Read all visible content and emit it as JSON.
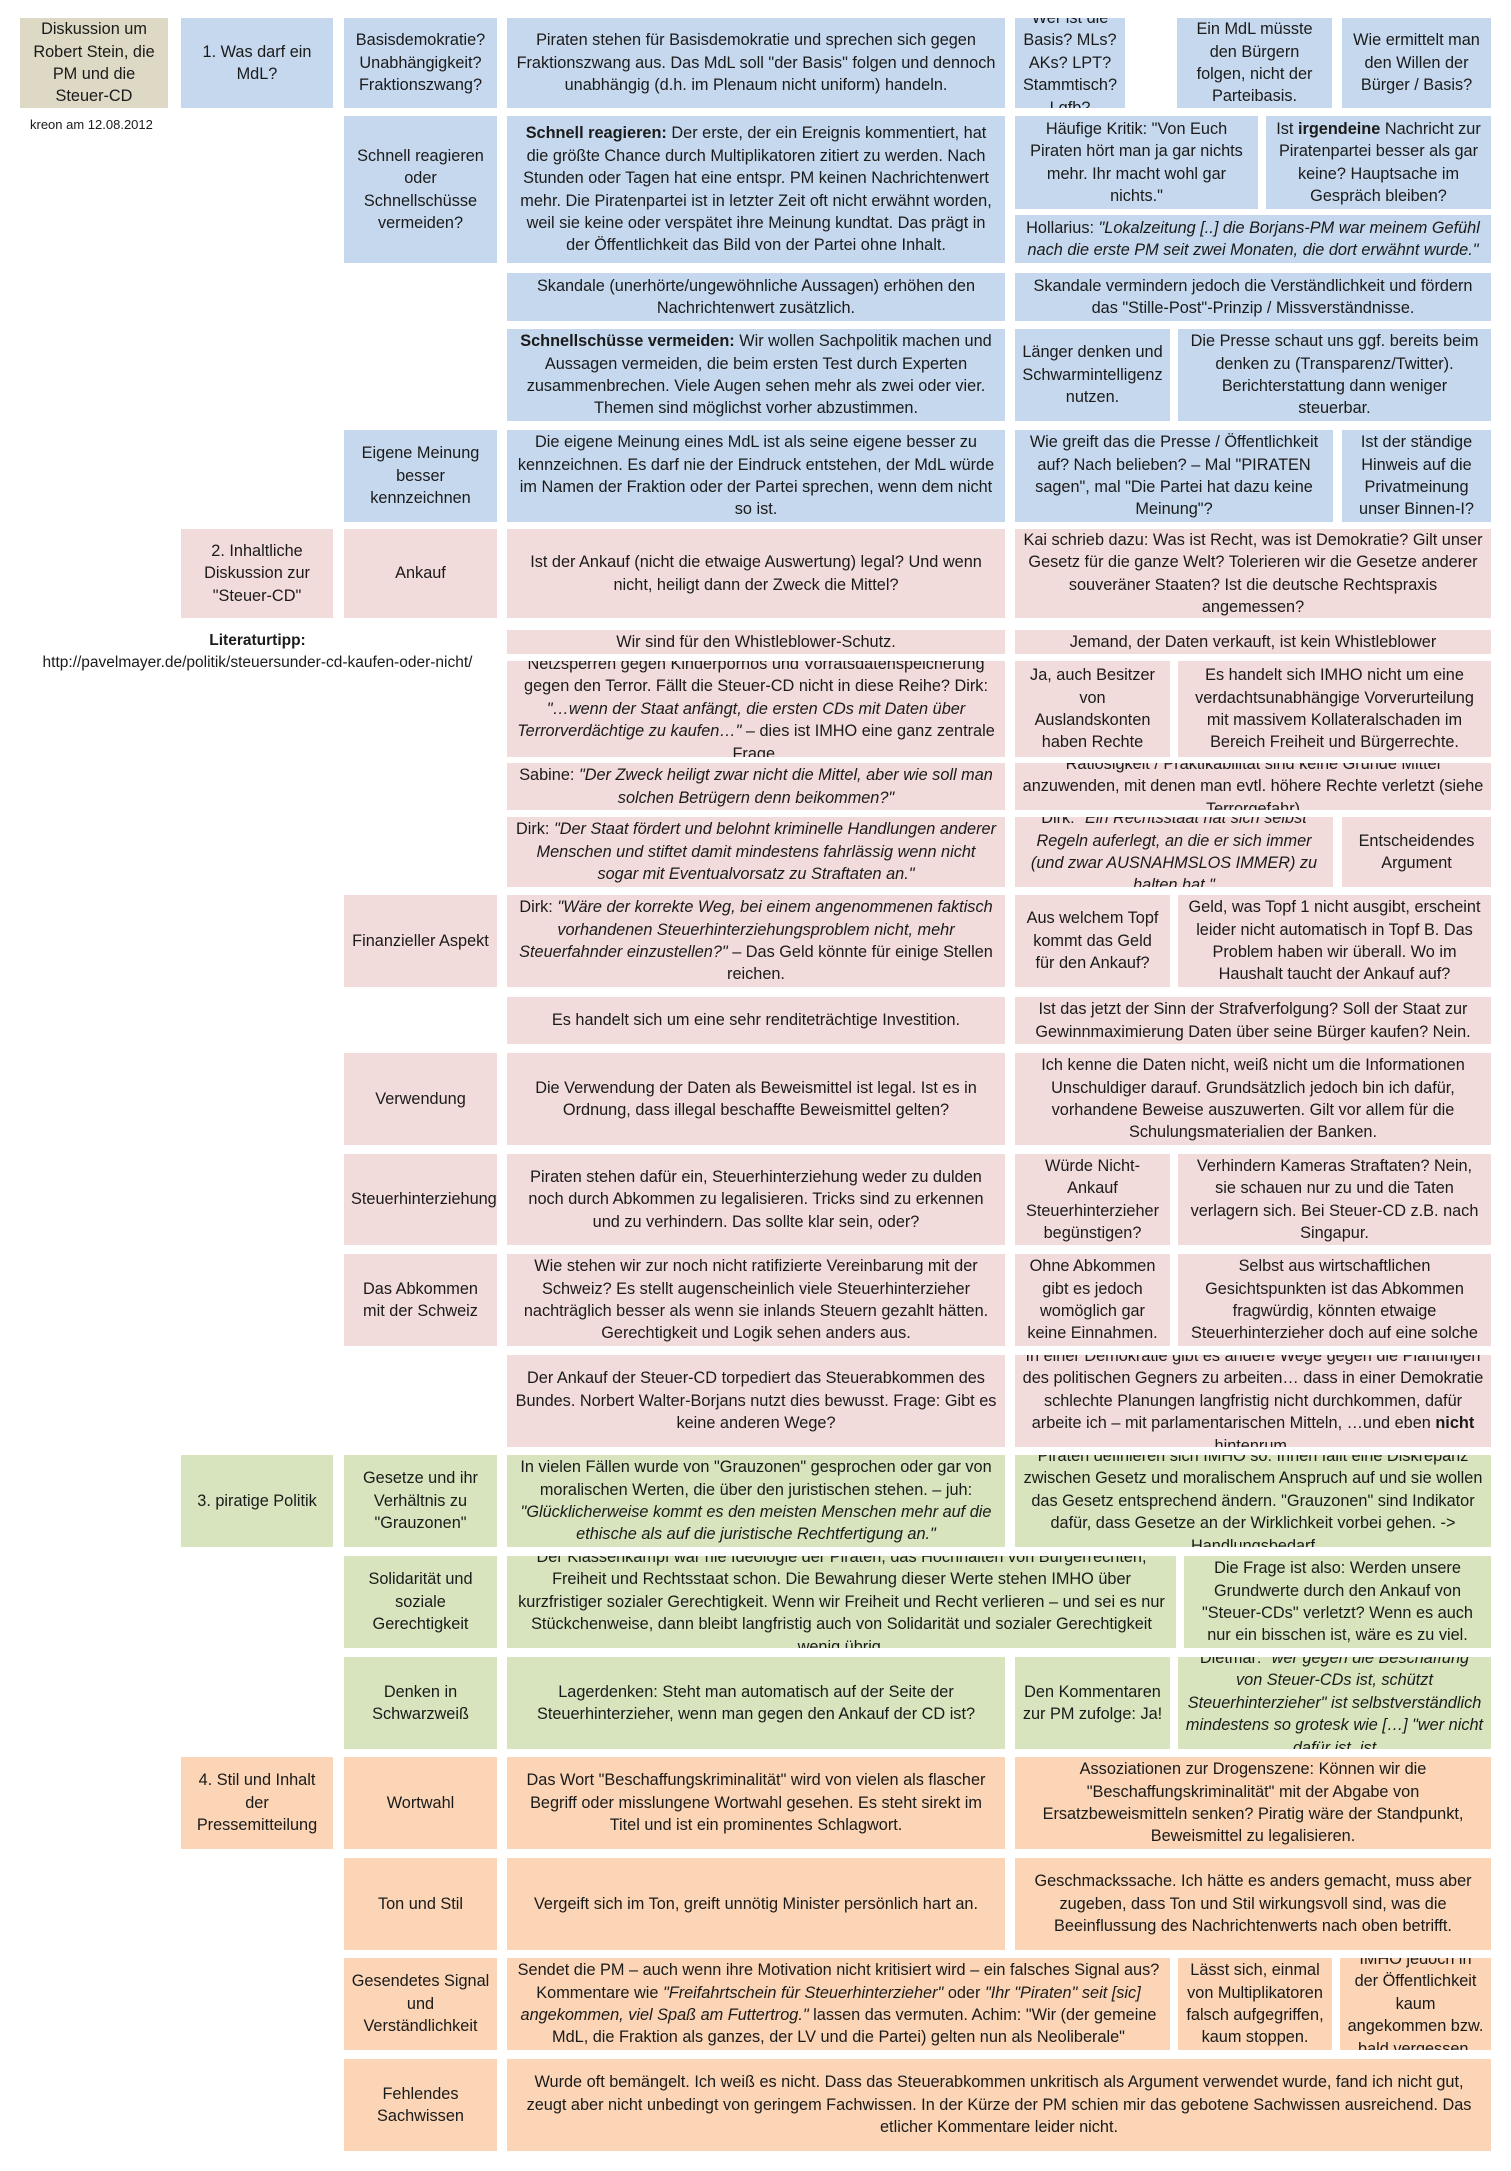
{
  "header": {
    "title": "Diskussion um Robert Stein, die PM und die Steuer-CD",
    "author_line": "kreon am 12.08.2012"
  },
  "literature": {
    "label": "Literaturtipp:",
    "url": "http://pavelmayer.de/politik/steuersunder-cd-kaufen-oder-nicht/"
  },
  "colors": {
    "blue": "#c6d8ee",
    "pink": "#f2dcdb",
    "green": "#d8e4bd",
    "orange": "#fbd5b5",
    "title": "#ddd9c4"
  },
  "sections": [
    "1. Was darf ein MdL?",
    "2. Inhaltliche Diskussion zur \"Steuer-CD\"",
    "3. piratige Politik",
    "4. Stil und Inhalt der Pressemitteilung"
  ],
  "topics": [
    "Basisdemokratie? Unabhängigkeit? Fraktionszwang?",
    "Schnell reagieren oder Schnellschüsse vermeiden?",
    "Eigene Meinung besser kennzeichnen",
    "Ankauf",
    "Finanzieller Aspekt",
    "Verwendung",
    "Steuerhinterziehung",
    "Das Abkommen mit der Schweiz",
    "Gesetze und ihr Verhältnis zu \"Grauzonen\"",
    "Solidarität und soziale Gerechtigkeit",
    "Denken in Schwarzweiß",
    "Wortwahl",
    "Ton und Stil",
    "Gesendetes Signal und Verständlichkeit",
    "Fehlendes Sachwissen"
  ],
  "cells": [
    "Piraten stehen für Basisdemokratie und sprechen sich gegen Fraktionszwang aus. Das MdL soll \"der Basis\" folgen und dennoch unabhängig (d.h. im Plenaum nicht uniform) handeln.",
    "Wer ist die Basis? MLs? AKs? LPT? Stammtisch? Lqfb?",
    "Ein MdL müsste den Bürgern folgen, nicht der Parteibasis.",
    "Wie ermittelt man den Willen der Bürger / Basis?",
    "Schnell reagieren:",
    " Der erste, der ein Ereignis kommentiert, hat die größte Chance durch Multiplikatoren zitiert zu werden. Nach Stunden oder Tagen hat eine entspr. PM keinen Nachrichtenwert mehr. Die Piratenpartei ist in letzter Zeit oft nicht erwähnt worden, weil sie keine oder verspätet ihre Meinung kundtat. Das prägt in der Öffentlichkeit das Bild von der Partei ohne Inhalt.",
    "Häufige Kritik: \"Von Euch Piraten hört man ja gar nichts mehr. Ihr macht wohl gar nichts.\"",
    "Ist ",
    "irgendeine",
    " Nachricht zur Piratenpartei besser als gar keine? Hauptsache im Gespräch bleiben?",
    "Hollarius: ",
    "\"Lokalzeitung [..] die Borjans-PM war meinem Gefühl nach die erste PM seit zwei Monaten, die dort erwähnt wurde.\"",
    "Skandale (unerhörte/ungewöhnliche Aussagen) erhöhen den Nachrichtenwert zusätzlich.",
    "Skandale vermindern jedoch die Verständlichkeit und fördern das \"Stille-Post\"-Prinzip / Missverständnisse.",
    "Schnellschüsse vermeiden:",
    " Wir wollen Sachpolitik machen und Aussagen vermeiden, die beim ersten Test durch Experten zusammenbrechen. Viele Augen sehen mehr als zwei oder vier. Themen sind möglichst vorher abzustimmen.",
    "Länger denken und Schwarmintelligenz nutzen.",
    "Die Presse schaut uns ggf. bereits beim denken zu (Transparenz/Twitter). Berichterstattung dann weniger steuerbar.",
    "Die eigene Meinung eines MdL ist als seine eigene besser zu kennzeichnen. Es darf nie der Eindruck entstehen, der MdL würde im Namen der Fraktion oder der Partei sprechen, wenn dem nicht so ist.",
    "Wie greift das die Presse / Öffentlichkeit auf? Nach belieben? – Mal \"PIRATEN sagen\", mal \"Die Partei hat dazu keine Meinung\"?",
    "Ist der ständige Hinweis auf die Privatmeinung unser Binnen-I?",
    "Ist der Ankauf (nicht die etwaige Auswertung) legal? Und wenn nicht, heiligt dann der Zweck die Mittel?",
    "Kai schrieb dazu: Was ist Recht, was ist Demokratie? Gilt unser Gesetz für die ganze Welt? Tolerieren wir die Gesetze anderer souveräner Staaten? Ist die deutsche Rechtspraxis angemessen?",
    "Wir sind für den Whistleblower-Schutz.",
    "Jemand, der Daten verkauft, ist kein Whistleblower",
    "Netzsperren gegen Kinderpornos und Vorratsdatenspeicherung gegen den Terror. Fällt die Steuer-CD nicht in diese Reihe? Dirk: ",
    "\"…wenn der Staat anfängt, die ersten CDs mit Daten über Terrorverdächtige zu kaufen…\"",
    " – dies ist IMHO eine ganz zentrale Frage.",
    "Ja, auch Besitzer von Auslandskonten haben Rechte",
    "Es handelt sich IMHO nicht um eine verdachtsunabhängige Vorverurteilung mit massivem Kollateralschaden im Bereich Freiheit und Bürgerrechte.",
    "Sabine: ",
    "\"Der Zweck heiligt zwar nicht die Mittel, aber wie soll man solchen Betrügern denn beikommen?\"",
    "Ratlosigkeit / Praktikabilität sind keine Gründe Mittel anzuwenden, mit denen man evtl. höhere Rechte verletzt (siehe Terrorgefahr)",
    "Dirk: ",
    "\"Der Staat fördert und belohnt kriminelle Handlungen anderer Menschen und stiftet damit mindestens fahrlässig wenn nicht sogar mit Eventualvorsatz zu Straftaten an.\"",
    "Dirk: ",
    "\"Ein Rechtsstaat hat sich selbst Regeln auferlegt, an die er sich immer (und zwar AUSNAHMSLOS IMMER) zu halten hat.\"",
    "Entscheidendes Argument",
    "Dirk: ",
    "\"Wäre der korrekte Weg, bei einem angenommenen faktisch vorhandenen Steuerhinterziehungsproblem nicht, mehr Steuerfahnder einzustellen?\"",
    " – Das Geld könnte für einige Stellen reichen.",
    "Aus welchem Topf kommt das Geld für den Ankauf?",
    "Geld, was Topf 1 nicht ausgibt, erscheint leider nicht automatisch in Topf B. Das Problem haben wir überall. Wo im Haushalt taucht der Ankauf auf?",
    "Es handelt sich um eine sehr renditeträchtige Investition.",
    "Ist das jetzt der Sinn der Strafverfolgung? Soll der Staat zur Gewinnmaximierung Daten über seine Bürger kaufen? Nein.",
    "Die Verwendung der Daten als Beweismittel ist legal. Ist es in Ordnung, dass illegal beschaffte Beweismittel gelten?",
    "Ich kenne die Daten nicht, weiß nicht um die Informationen Unschuldiger darauf. Grundsätzlich jedoch bin ich dafür, vorhandene Beweise auszuwerten. Gilt vor allem für die Schulungsmaterialien der Banken.",
    "Piraten stehen dafür ein, Steuerhinterziehung weder zu dulden noch durch Abkommen zu legalisieren. Tricks sind zu erkennen und zu verhindern. Das sollte klar sein, oder?",
    "Würde Nicht-Ankauf Steuerhinterzieher begünstigen?",
    "Verhindern Kameras Straftaten? Nein, sie schauen nur zu und die Taten verlagern sich. Bei Steuer-CD z.B. nach Singapur.",
    "Wie stehen wir zur noch nicht ratifizierte Vereinbarung mit der Schweiz? Es stellt augenscheinlich viele Steuerhinterzieher nachträglich besser als wenn sie inlands Steuern gezahlt hätten. Gerechtigkeit und Logik sehen anders aus.",
    "Ohne Abkommen gibt es jedoch womöglich gar keine Einnahmen.",
    "Selbst aus wirtschaftlichen Gesichtspunkten ist das Abkommen fragwürdig, könnten etwaige Steuerhinterzieher doch auf eine solche",
    "Der Ankauf der Steuer-CD torpediert das Steuerabkommen des Bundes. Norbert Walter-Borjans nutzt dies bewusst. Frage: Gibt es keine anderen Wege?",
    "In einer Demokratie gibt es andere Wege gegen die Planungen des politischen Gegners zu arbeiten… dass in einer Demokratie schlechte Planungen langfristig nicht durchkommen, dafür arbeite ich – mit parlamentarischen Mitteln, …und eben ",
    "nicht",
    " hintenrum.",
    "In vielen Fällen wurde von \"Grauzonen\" gesprochen oder gar von moralischen Werten, die über den juristischen stehen. – juh: ",
    "\"Glücklicherweise kommt es den meisten Menschen mehr auf die ethische als auf die juristische Rechtfertigung an.\"",
    "Piraten definieren sich IMHO so: Ihnen fällt eine Diskrepanz zwischen Gesetz und moralischem Anspruch auf und sie wollen das Gesetz entsprechend ändern. \"Grauzonen\" sind Indikator dafür, dass Gesetze an der Wirklichkeit vorbei gehen. -> Handlungsbedarf",
    "Der Klassenkampf war nie Ideologie der Piraten, das Hochhalten von Bürgerrechten, Freiheit und Rechtsstaat schon. Die Bewahrung dieser Werte stehen IMHO über kurzfristiger sozialer Gerechtigkeit. Wenn wir Freiheit und Recht verlieren – und sei es nur Stückchenweise, dann bleibt langfristig auch von Solidarität und sozialer Gerechtigkeit wenig übrig.",
    "Die Frage ist also: Werden unsere Grundwerte durch den Ankauf von \"Steuer-CDs\" verletzt? Wenn es auch nur ein bisschen ist, wäre es zu viel.",
    "Lagerdenken: Steht man automatisch auf der Seite der Steuerhinterzieher, wenn man gegen den Ankauf der CD ist?",
    "Den Kommentaren zur PM zufolge: Ja!",
    "Dietmar: ",
    "\"wer gegen die Beschaffung von Steuer-CDs ist, schützt Steuerhinterzieher\" ist selbstverständlich mindestens so grotesk wie […] \"wer nicht dafür ist, ist",
    "Das Wort \"Beschaffungskriminalität\" wird von vielen als flascher Begriff oder misslungene Wortwahl gesehen. Es steht sirekt im Titel und ist ein prominentes Schlagwort.",
    "Assoziationen zur Drogenszene: Können wir die \"Beschaffungskriminalität\" mit der Abgabe von Ersatzbeweismitteln senken? Piratig wäre der Standpunkt, Beweismittel zu legalisieren.",
    "Vergeift sich im Ton, greift unnötig Minister persönlich hart an.",
    "Geschmackssache. Ich hätte es anders gemacht, muss aber zugeben, dass Ton und Stil wirkungsvoll sind, was die Beeinflussung des Nachrichtenwerts nach oben betrifft.",
    "Sendet die PM – auch wenn ihre Motivation nicht kritisiert wird – ein falsches Signal aus? Kommentare wie ",
    "\"Freifahrtschein für Steuerhinterzieher\"",
    " oder ",
    "\"Ihr \"Piraten\" seit [sic] angekommen, viel Spaß am Futtertrog.\"",
    " lassen das vermuten. Achim: \"Wir (der gemeine MdL, die Fraktion als ganzes, der LV und die Partei) gelten nun als Neoliberale\"",
    "Lässt sich, einmal von Multiplikatoren falsch aufgegriffen, kaum stoppen.",
    "IMHO jedoch in der Öffentlichkeit kaum angekommen bzw. bald vergessen.",
    "Wurde oft bemängelt. Ich weiß es nicht. Dass das Steuerabkommen unkritisch als Argument verwendet wurde, fand ich nicht gut, zeugt aber nicht unbedingt von geringem Fachwissen. In der Kürze der PM schien mir das gebotene Sachwissen ausreichend. Das etlicher Kommentare leider nicht."
  ]
}
